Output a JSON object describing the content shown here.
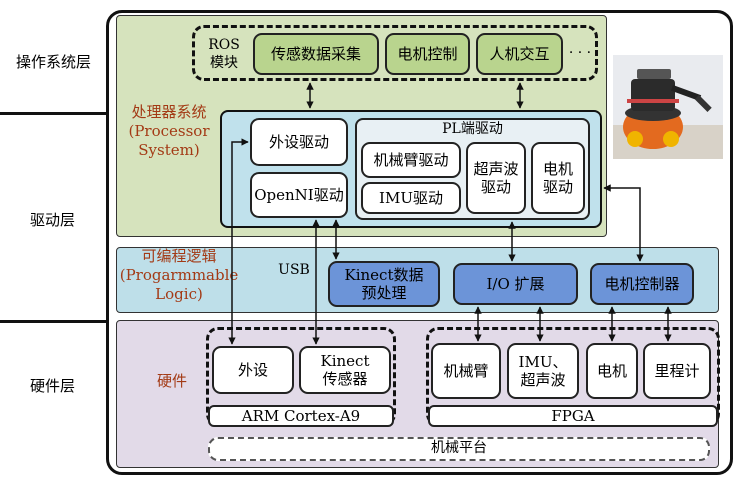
{
  "layers": {
    "os": "操作系统层",
    "driver": "驱动层",
    "hardware": "硬件层"
  },
  "os_group": {
    "ros": "ROS\n模块",
    "items": [
      "传感数据采集",
      "电机控制",
      "人机交互"
    ],
    "more": "· · ·"
  },
  "processor": {
    "label": "处理器系统\n(Processor\nSystem)"
  },
  "drivers": {
    "peripheral": "外设驱动",
    "openni": "OpenNI驱动",
    "pl_title": "PL端驱动",
    "arm": "机械臂驱动",
    "imu": "IMU驱动",
    "ultrasonic": "超声波\n驱动",
    "motor": "电机\n驱动"
  },
  "pl": {
    "label": "可编程逻辑\n(Progarmmable\nLogic)",
    "usb": "USB",
    "kinect": "Kinect数据\n预处理",
    "io": "I/O 扩展",
    "motor_ctrl": "电机控制器"
  },
  "hardware": {
    "label": "硬件",
    "peripheral": "外设",
    "kinect": "Kinect\n传感器",
    "arm_core": "ARM Cortex-A9",
    "robot_arm": "机械臂",
    "imu": "IMU、\n超声波",
    "motor": "电机",
    "odometer": "里程计",
    "fpga": "FPGA",
    "platform": "机械平台"
  },
  "colors": {
    "os_region": "#d6e3bd",
    "pl_region": "#bedfe9",
    "hw_region": "#e2dae8",
    "green_box": "#b9d48e",
    "blue_box": "#6c94d8",
    "red_text": "#a33a15"
  }
}
